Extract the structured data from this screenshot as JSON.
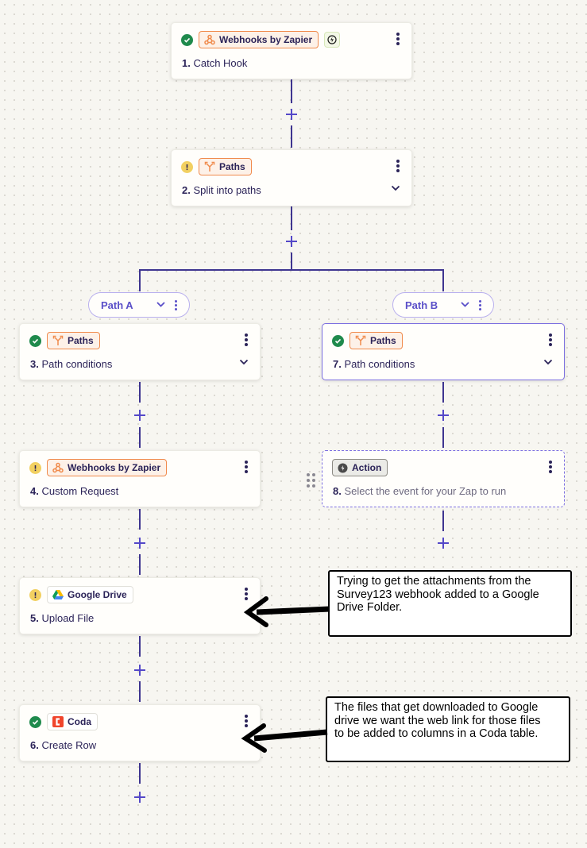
{
  "steps": {
    "s1": {
      "app": "Webhooks by Zapier",
      "num": "1.",
      "title": "Catch Hook",
      "status": "ok"
    },
    "s2": {
      "app": "Paths",
      "num": "2.",
      "title": "Split into paths",
      "status": "warn"
    },
    "s3": {
      "app": "Paths",
      "num": "3.",
      "title": "Path conditions",
      "status": "ok"
    },
    "s4": {
      "app": "Webhooks by Zapier",
      "num": "4.",
      "title": "Custom Request",
      "status": "warn"
    },
    "s5": {
      "app": "Google Drive",
      "num": "5.",
      "title": "Upload File",
      "status": "warn"
    },
    "s6": {
      "app": "Coda",
      "num": "6.",
      "title": "Create Row",
      "status": "ok"
    },
    "s7": {
      "app": "Paths",
      "num": "7.",
      "title": "Path conditions",
      "status": "ok"
    },
    "s8": {
      "app": "Action",
      "num": "8.",
      "title": "Select the event for your Zap to run",
      "status": "placeholder"
    }
  },
  "paths": {
    "a": "Path A",
    "b": "Path B"
  },
  "notes": {
    "n1": "Trying  to get the attachments from the\nSurvey123 webhook added to a Google\nDrive Folder.",
    "n2": "The files that get downloaded to Google\ndrive we want the web link for those files\nto be added to columns in a Coda table."
  },
  "icons": {
    "status_ok": "check-circle-icon",
    "status_warn": "exclamation-circle-icon",
    "webhooks": "webhooks-icon",
    "paths": "paths-split-icon",
    "google_drive": "google-drive-icon",
    "coda": "coda-icon",
    "action": "action-icon",
    "instant": "instant-trigger-icon",
    "more": "more-vertical-icon",
    "expand": "chevron-down-icon",
    "drag": "drag-handle-icon",
    "add": "plus-icon"
  },
  "colors": {
    "accent": "#5448c8",
    "connector": "#3e3590",
    "ok": "#1f8a4c",
    "warn": "#f2d061",
    "app_orange": "#f08a4b",
    "coda_red": "#f0452c"
  }
}
